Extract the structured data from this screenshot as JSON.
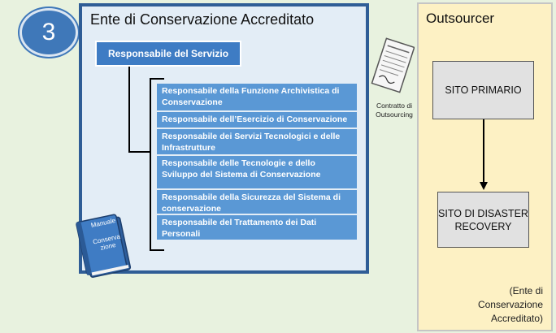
{
  "step_number": "3",
  "ente": {
    "title": "Ente di Conservazione Accreditato",
    "head_role": "Responsabile del Servizio",
    "roles": [
      "Responsabile della Funzione Archivistica di Conservazione",
      "Responsabile dell’Esercizio di Conservazione",
      "Responsabile dei Servizi Tecnologici e delle Infrastrutture",
      "Responsabile delle Tecnologie e dello Sviluppo del Sistema di Conservazione",
      "Responsabile della Sicurezza del Sistema di conservazione",
      "Responsabile del Trattamento dei Dati Personali"
    ]
  },
  "contract": {
    "line1": "Contratto di",
    "line2": "Outsourcing"
  },
  "manual": {
    "line1": "Manuale",
    "line2": "Conserva",
    "line3": "zione"
  },
  "outsourcer": {
    "title": "Outsourcer",
    "primary_site": "SITO PRIMARIO",
    "dr_site": "SITO DI DISASTER RECOVERY",
    "note_line1": "(Ente di",
    "note_line2": "Conservazione",
    "note_line3": "Accreditato)"
  }
}
